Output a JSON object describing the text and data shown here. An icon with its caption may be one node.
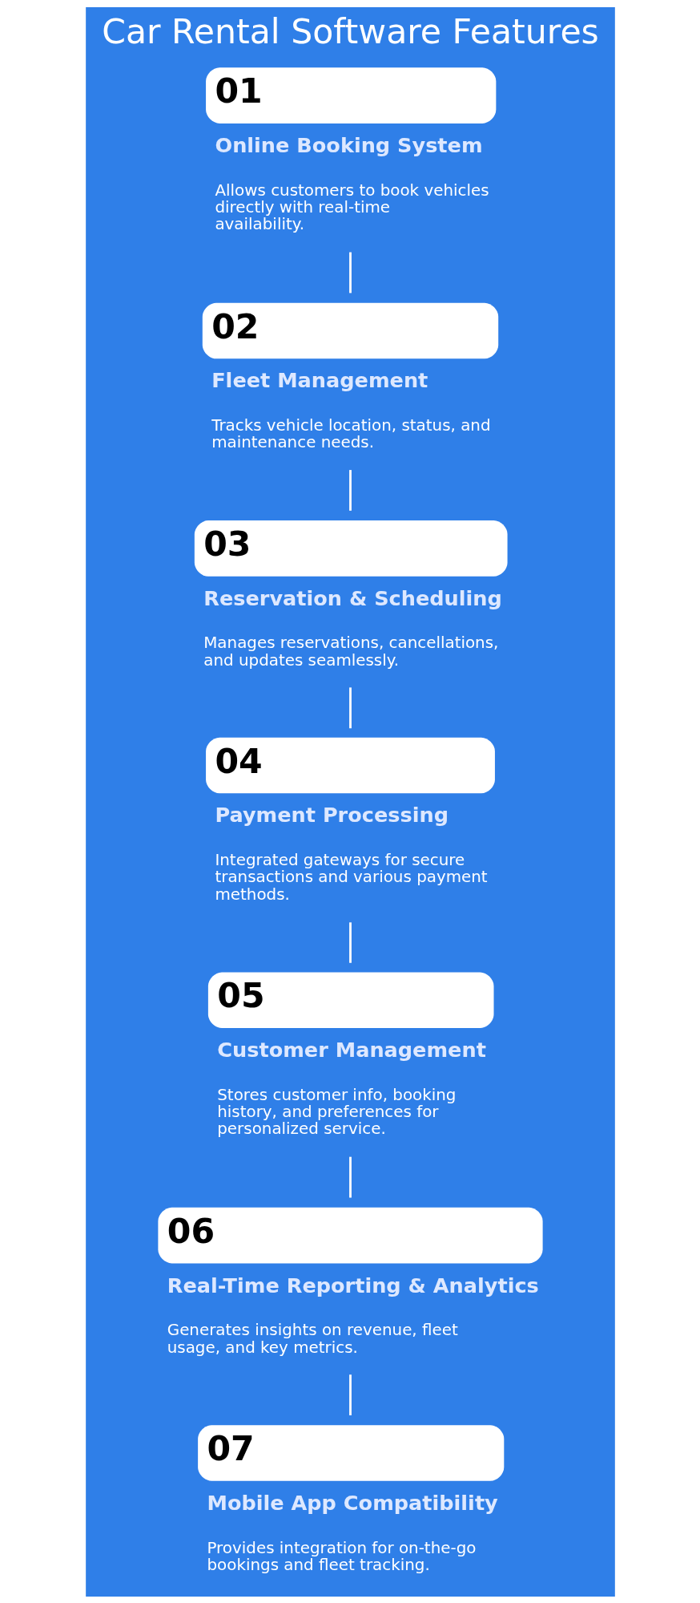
{
  "diagram": {
    "title": "Car Rental Software Features",
    "nodes": [
      {
        "text": [
          "01",
          "Online Booking System",
          "Allows customers to book vehicles directly with real-time availability."
        ]
      },
      {
        "text": [
          "02",
          "Fleet Management",
          "Tracks vehicle location, status, and maintenance needs."
        ]
      },
      {
        "text": [
          "03",
          "Reservation & Scheduling",
          "Manages reservations, cancellations, and updates seamlessly."
        ]
      },
      {
        "text": [
          "04",
          "Payment Processing",
          "Integrated gateways for secure transactions and various payment methods."
        ]
      },
      {
        "text": [
          "05",
          "Customer Management",
          "Stores customer info, booking history, and preferences for personalized service."
        ]
      },
      {
        "text": [
          "06",
          "Real-Time Reporting & Analytics",
          "Generates insights on revenue, fleet usage, and key metrics."
        ]
      },
      {
        "text": [
          "07",
          "Mobile App Compatibility",
          "Provides integration for on-the-go bookings and fleet tracking."
        ]
      }
    ],
    "edges": [
      {
        "from": 0,
        "to": 1,
        "arrow": "none"
      },
      {
        "from": 1,
        "to": 2,
        "arrow": "none"
      },
      {
        "from": 2,
        "to": 3,
        "arrow": "none"
      },
      {
        "from": 3,
        "to": 4,
        "arrow": "none"
      },
      {
        "from": 4,
        "to": 5,
        "arrow": "none"
      },
      {
        "from": 5,
        "to": 6,
        "arrow": "none"
      }
    ]
  }
}
